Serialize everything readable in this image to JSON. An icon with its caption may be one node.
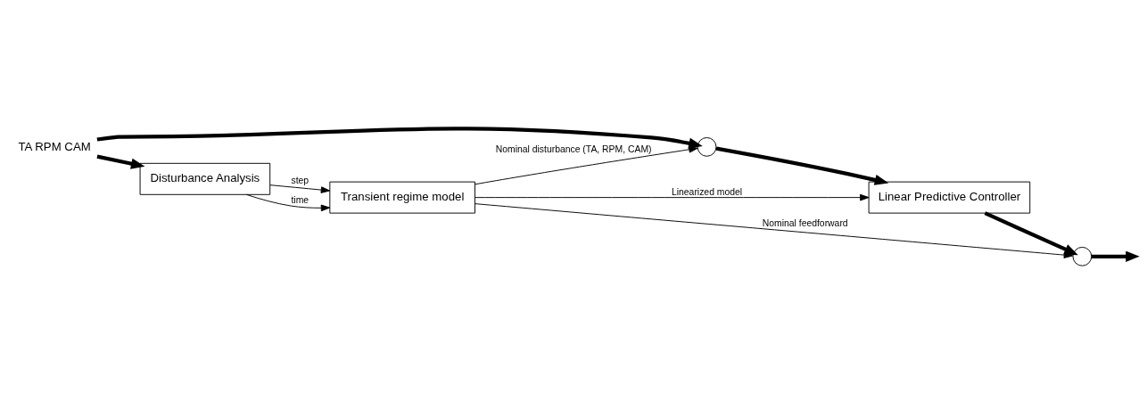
{
  "diagram": {
    "nodes": [
      {
        "text": [
          "TA RPM CAM"
        ]
      },
      {
        "text": [],
        "shape": "circle"
      },
      {
        "text": [
          "Linear Predictive Controller"
        ]
      },
      {
        "text": [],
        "shape": "circle"
      },
      {
        "text": [
          "Disturbance Analysis"
        ]
      },
      {
        "text": [
          "Transient regime model"
        ]
      }
    ],
    "edges": [
      {
        "from": 0,
        "to": 1,
        "arrow": "to",
        "style": "thick"
      },
      {
        "from": 0,
        "to": 4,
        "arrow": "to",
        "style": "thick"
      },
      {
        "from": 1,
        "to": 2,
        "arrow": "to",
        "style": "thick"
      },
      {
        "from": 2,
        "to": 3,
        "arrow": "to",
        "style": "thick"
      },
      {
        "from": 3,
        "to": null,
        "arrow": "to",
        "style": "thick"
      },
      {
        "from": 4,
        "to": 5,
        "arrow": "to",
        "label": "step"
      },
      {
        "from": 4,
        "to": 5,
        "arrow": "to",
        "label": "time"
      },
      {
        "from": 5,
        "to": 1,
        "arrow": "to",
        "label": "Nominal disturbance (TA, RPM, CAM)"
      },
      {
        "from": 5,
        "to": 2,
        "arrow": "to",
        "label": "Linearized model"
      },
      {
        "from": 5,
        "to": 3,
        "arrow": "to",
        "label": "Nominal feedforward"
      }
    ]
  }
}
